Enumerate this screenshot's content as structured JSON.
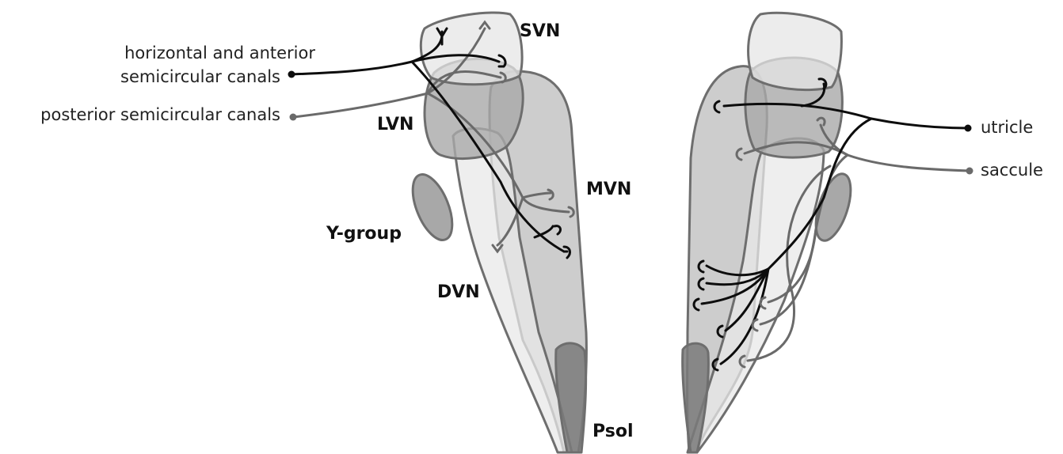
{
  "labels": {
    "svn": "SVN",
    "lvn": "LVN",
    "mvn": "MVN",
    "dvn": "DVN",
    "y_group": "Y-group",
    "psol": "Psol"
  },
  "inputs": {
    "left_black_line1": "horizontal and anterior",
    "left_black_line2": "semicircular canals",
    "left_gray": "posterior semicircular canals",
    "right_black": "utricle",
    "right_gray": "saccule"
  },
  "colors": {
    "black_fiber": "#0d0d0d",
    "gray_fiber": "#6a6a6a",
    "svn_fill": "#e6e6e6",
    "lvn_fill": "#a9a9a9",
    "mvn_fill": "#c4c4c4",
    "dvn_fill": "#e8e8e8",
    "y_group_fill": "#a8a8a8",
    "psol_fill": "#7a7a7a"
  }
}
